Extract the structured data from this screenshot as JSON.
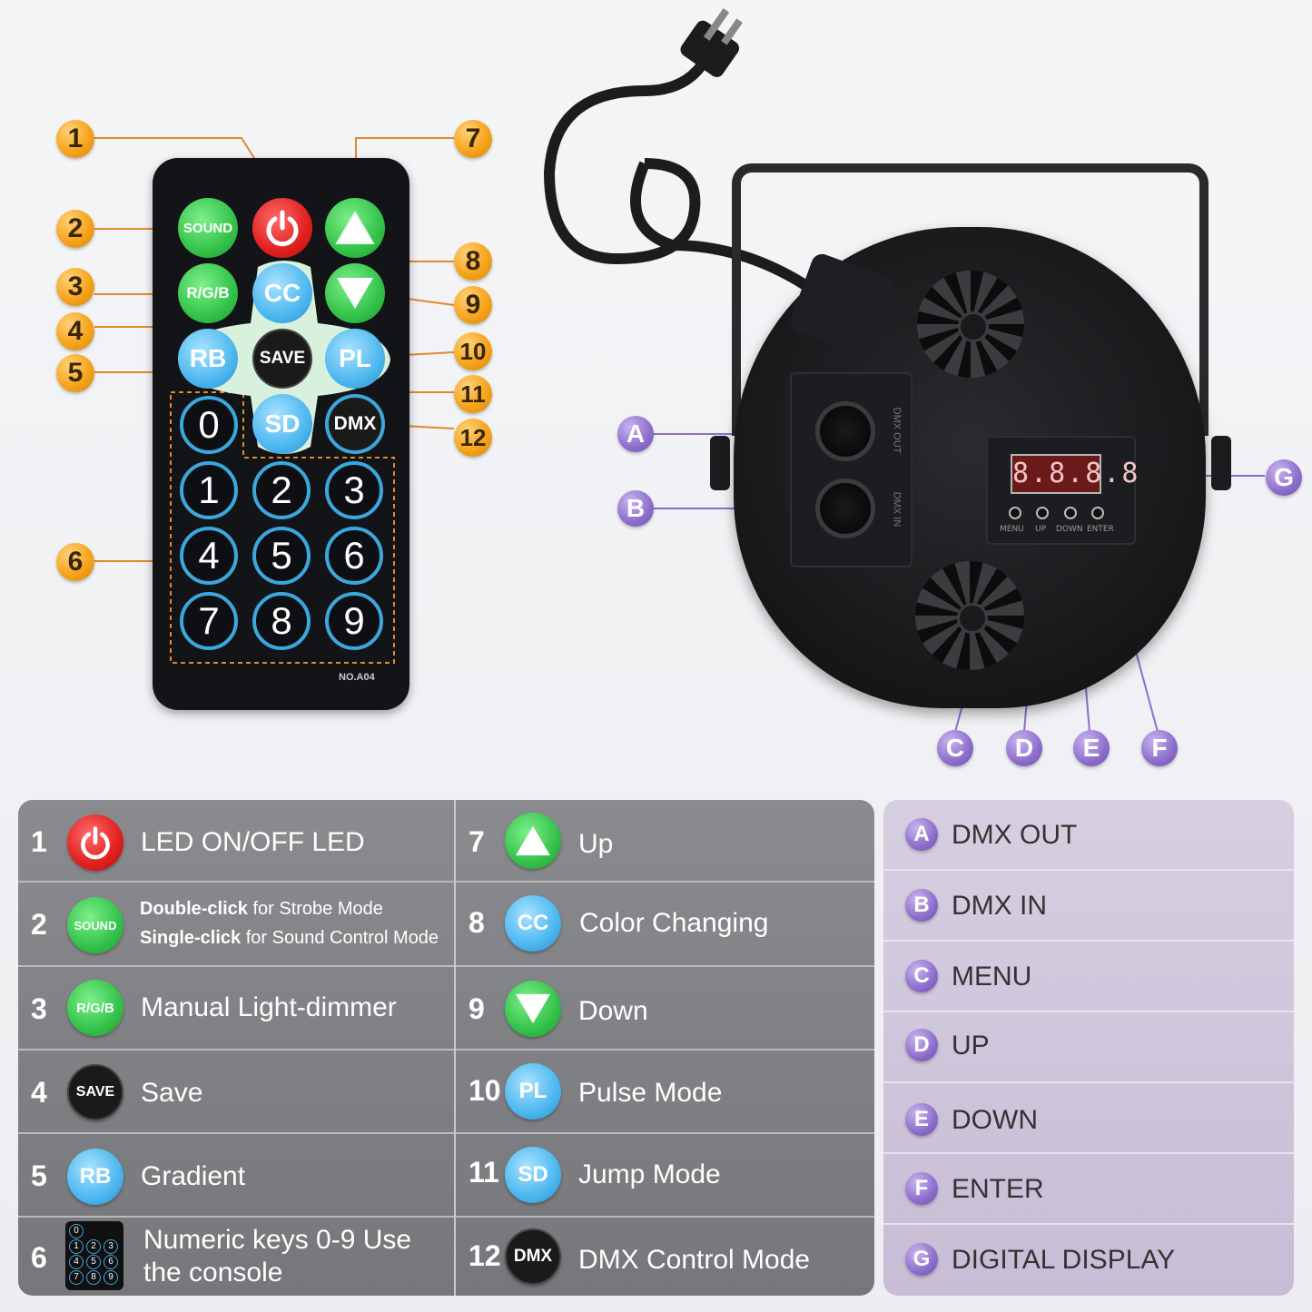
{
  "remote": {
    "buttons": {
      "sound": "SOUND",
      "rgb": "R/G/B",
      "cc": "CC",
      "rb": "RB",
      "save": "SAVE",
      "pl": "PL",
      "sd": "SD",
      "dmx": "DMX"
    },
    "numkeys": [
      "0",
      "1",
      "2",
      "3",
      "4",
      "5",
      "6",
      "7",
      "8",
      "9"
    ],
    "model": "NO.A04"
  },
  "callouts": {
    "numbers": [
      "1",
      "2",
      "3",
      "4",
      "5",
      "6",
      "7",
      "8",
      "9",
      "10",
      "11",
      "12"
    ],
    "letters": [
      "A",
      "B",
      "C",
      "D",
      "E",
      "F",
      "G"
    ]
  },
  "device": {
    "display": "8.8.8.8",
    "port_labels": [
      "DMX OUT",
      "DMX IN"
    ],
    "button_labels": [
      "MENU",
      "UP",
      "DOWN",
      "ENTER"
    ]
  },
  "legend_left": [
    {
      "num": "1",
      "icon": "power-icon",
      "text": "LED ON/OFF LED"
    },
    {
      "num": "2",
      "icon": "SOUND",
      "line1_bold": "Double-click",
      "line1_rest": " for Strobe Mode",
      "line2_bold": "Single-click",
      "line2_rest": " for Sound Control Mode"
    },
    {
      "num": "3",
      "icon": "R/G/B",
      "text": "Manual Light-dimmer"
    },
    {
      "num": "4",
      "icon": "SAVE",
      "text": "Save"
    },
    {
      "num": "5",
      "icon": "RB",
      "text": "Gradient"
    },
    {
      "num": "6",
      "icon": "keypad-icon",
      "line1": "Numeric keys 0-9 Use",
      "line2": "the console"
    },
    {
      "num": "7",
      "icon": "up-triangle-icon",
      "text": "Up"
    },
    {
      "num": "8",
      "icon": "CC",
      "text": "Color Changing"
    },
    {
      "num": "9",
      "icon": "down-triangle-icon",
      "text": "Down"
    },
    {
      "num": "10",
      "icon": "PL",
      "text": "Pulse Mode"
    },
    {
      "num": "11",
      "icon": "SD",
      "text": "Jump Mode"
    },
    {
      "num": "12",
      "icon": "DMX",
      "text": "DMX Control Mode"
    }
  ],
  "legend_right": [
    {
      "letter": "A",
      "text": "DMX OUT"
    },
    {
      "letter": "B",
      "text": "DMX IN"
    },
    {
      "letter": "C",
      "text": "MENU"
    },
    {
      "letter": "D",
      "text": "UP"
    },
    {
      "letter": "E",
      "text": "DOWN"
    },
    {
      "letter": "F",
      "text": "ENTER"
    },
    {
      "letter": "G",
      "text": "DIGITAL DISPLAY"
    }
  ],
  "colors": {
    "orange_badge": "#f6a41c",
    "purple_badge": "#8d6dcc",
    "green_button": "#34c24a",
    "blue_button": "#4cb7ef",
    "red_button": "#e0201f",
    "left_table_bg": "#828386",
    "right_table_bg": "#cfc7db"
  },
  "keypad_mini": [
    "0",
    "1",
    "2",
    "3",
    "4",
    "5",
    "6",
    "7",
    "8",
    "9"
  ]
}
